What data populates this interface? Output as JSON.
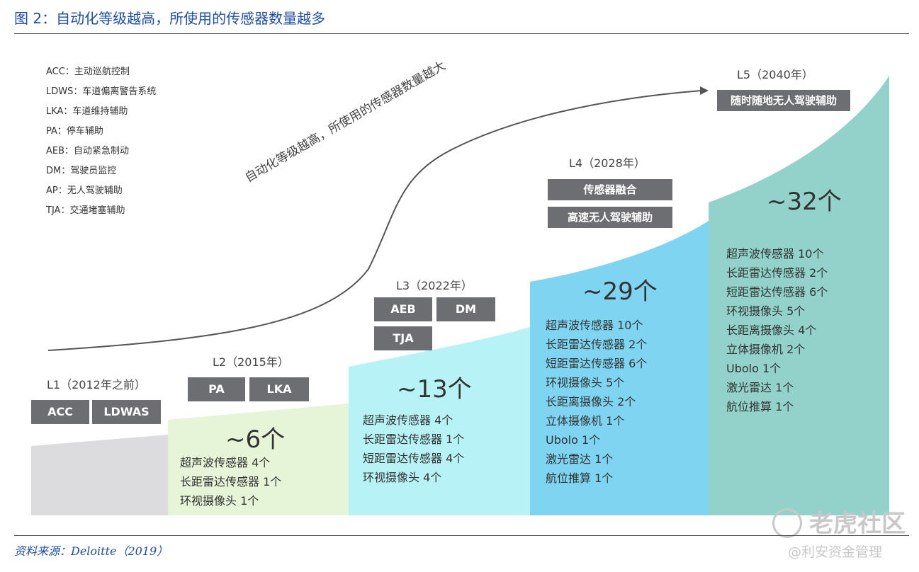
{
  "title": "图 2：自动化等级越高，所使用的传感器数量越多",
  "source": "资料来源：Deloitte（2019）",
  "legend": [
    "ACC：主动巡航控制",
    "LDWS：车道偏离警告系统",
    "LKA：车道维持辅助",
    "PA：停车辅助",
    "AEB：自动紧急制动",
    "DM：驾驶员监控",
    "AP：无人驾驶辅助",
    "TJA：交通堵塞辅助"
  ],
  "curve_label": "自动化等级越高，所使用的传感器数量越大",
  "colors": {
    "l1": "#dcdcde",
    "l2": "#e6f4d7",
    "l3": "#b7f2f7",
    "l4": "#7fd4f2",
    "l5": "#92d2cb",
    "tag": "#6d6e71",
    "title": "#1f4e9c"
  },
  "levels": [
    {
      "label": "L1（2012年之前）",
      "tags": [
        "ACC",
        "LDWAS"
      ],
      "count": "",
      "sensors": []
    },
    {
      "label": "L2（2015年）",
      "tags": [
        "PA",
        "LKA"
      ],
      "count": "~6个",
      "sensors": [
        "超声波传感器 4个",
        "长距雷达传感器 1个",
        "环视摄像头 1个"
      ]
    },
    {
      "label": "L3（2022年）",
      "tags": [
        "AEB",
        "DM",
        "TJA"
      ],
      "count": "~13个",
      "sensors": [
        "超声波传感器 4个",
        "长距雷达传感器 1个",
        "短距雷达传感器 4个",
        "环视摄像头 4个"
      ]
    },
    {
      "label": "L4（2028年）",
      "tags": [
        "传感器融合",
        "高速无人驾驶辅助"
      ],
      "count": "~29个",
      "sensors": [
        "超声波传感器 10个",
        "长距雷达传感器 2个",
        "短距雷达传感器 6个",
        "环视摄像头 5个",
        "长距离摄像头 2个",
        "立体摄像机 1个",
        "Ubolo 1个",
        "激光雷达 1个",
        "航位推算 1个"
      ]
    },
    {
      "label": "L5（2040年）",
      "tags": [
        "随时随地无人驾驶辅助"
      ],
      "count": "~32个",
      "sensors": [
        "超声波传感器 10个",
        "长距雷达传感器 2个",
        "短距雷达传感器 6个",
        "环视摄像头 5个",
        "长距离摄像头 4个",
        "立体摄像机 2个",
        "Ubolo 1个",
        "激光雷达 1个",
        "航位推算 1个"
      ]
    }
  ],
  "watermark": {
    "brand": "老虎社区",
    "handle": "@利安资金管理"
  }
}
